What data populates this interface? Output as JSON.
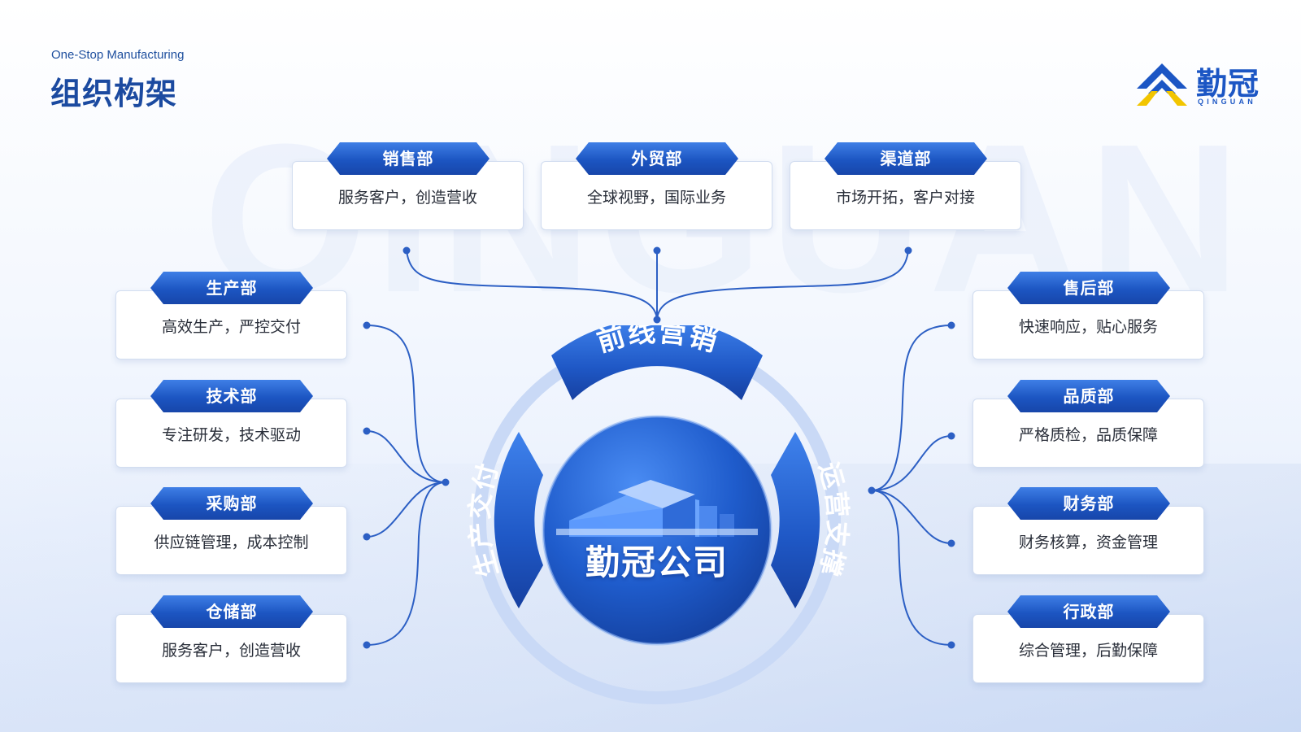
{
  "header": {
    "subtitle": "One-Stop Manufacturing",
    "title": "组织构架"
  },
  "logo": {
    "name": "勤冠",
    "sub": "QINGUAN"
  },
  "watermark": "QINGUAN",
  "center": {
    "label": "勤冠公司"
  },
  "sectors": {
    "top": "前线营销",
    "left": "生产交付",
    "right": "运营支撑"
  },
  "departments": {
    "top": [
      {
        "name": "销售部",
        "desc": "服务客户，创造营收"
      },
      {
        "name": "外贸部",
        "desc": "全球视野，国际业务"
      },
      {
        "name": "渠道部",
        "desc": "市场开拓，客户对接"
      }
    ],
    "left": [
      {
        "name": "生产部",
        "desc": "高效生产，严控交付"
      },
      {
        "name": "技术部",
        "desc": "专注研发，技术驱动"
      },
      {
        "name": "采购部",
        "desc": "供应链管理，成本控制"
      },
      {
        "name": "仓储部",
        "desc": "服务客户，创造营收"
      }
    ],
    "right": [
      {
        "name": "售后部",
        "desc": "快速响应，贴心服务"
      },
      {
        "name": "品质部",
        "desc": "严格质检，品质保障"
      },
      {
        "name": "财务部",
        "desc": "财务核算，资金管理"
      },
      {
        "name": "行政部",
        "desc": "综合管理，后勤保障"
      }
    ]
  },
  "colors": {
    "primary": "#1c55c2",
    "accent": "#3f7fe6",
    "ring": "#c9d9f6",
    "logo_yellow": "#f2c500"
  }
}
